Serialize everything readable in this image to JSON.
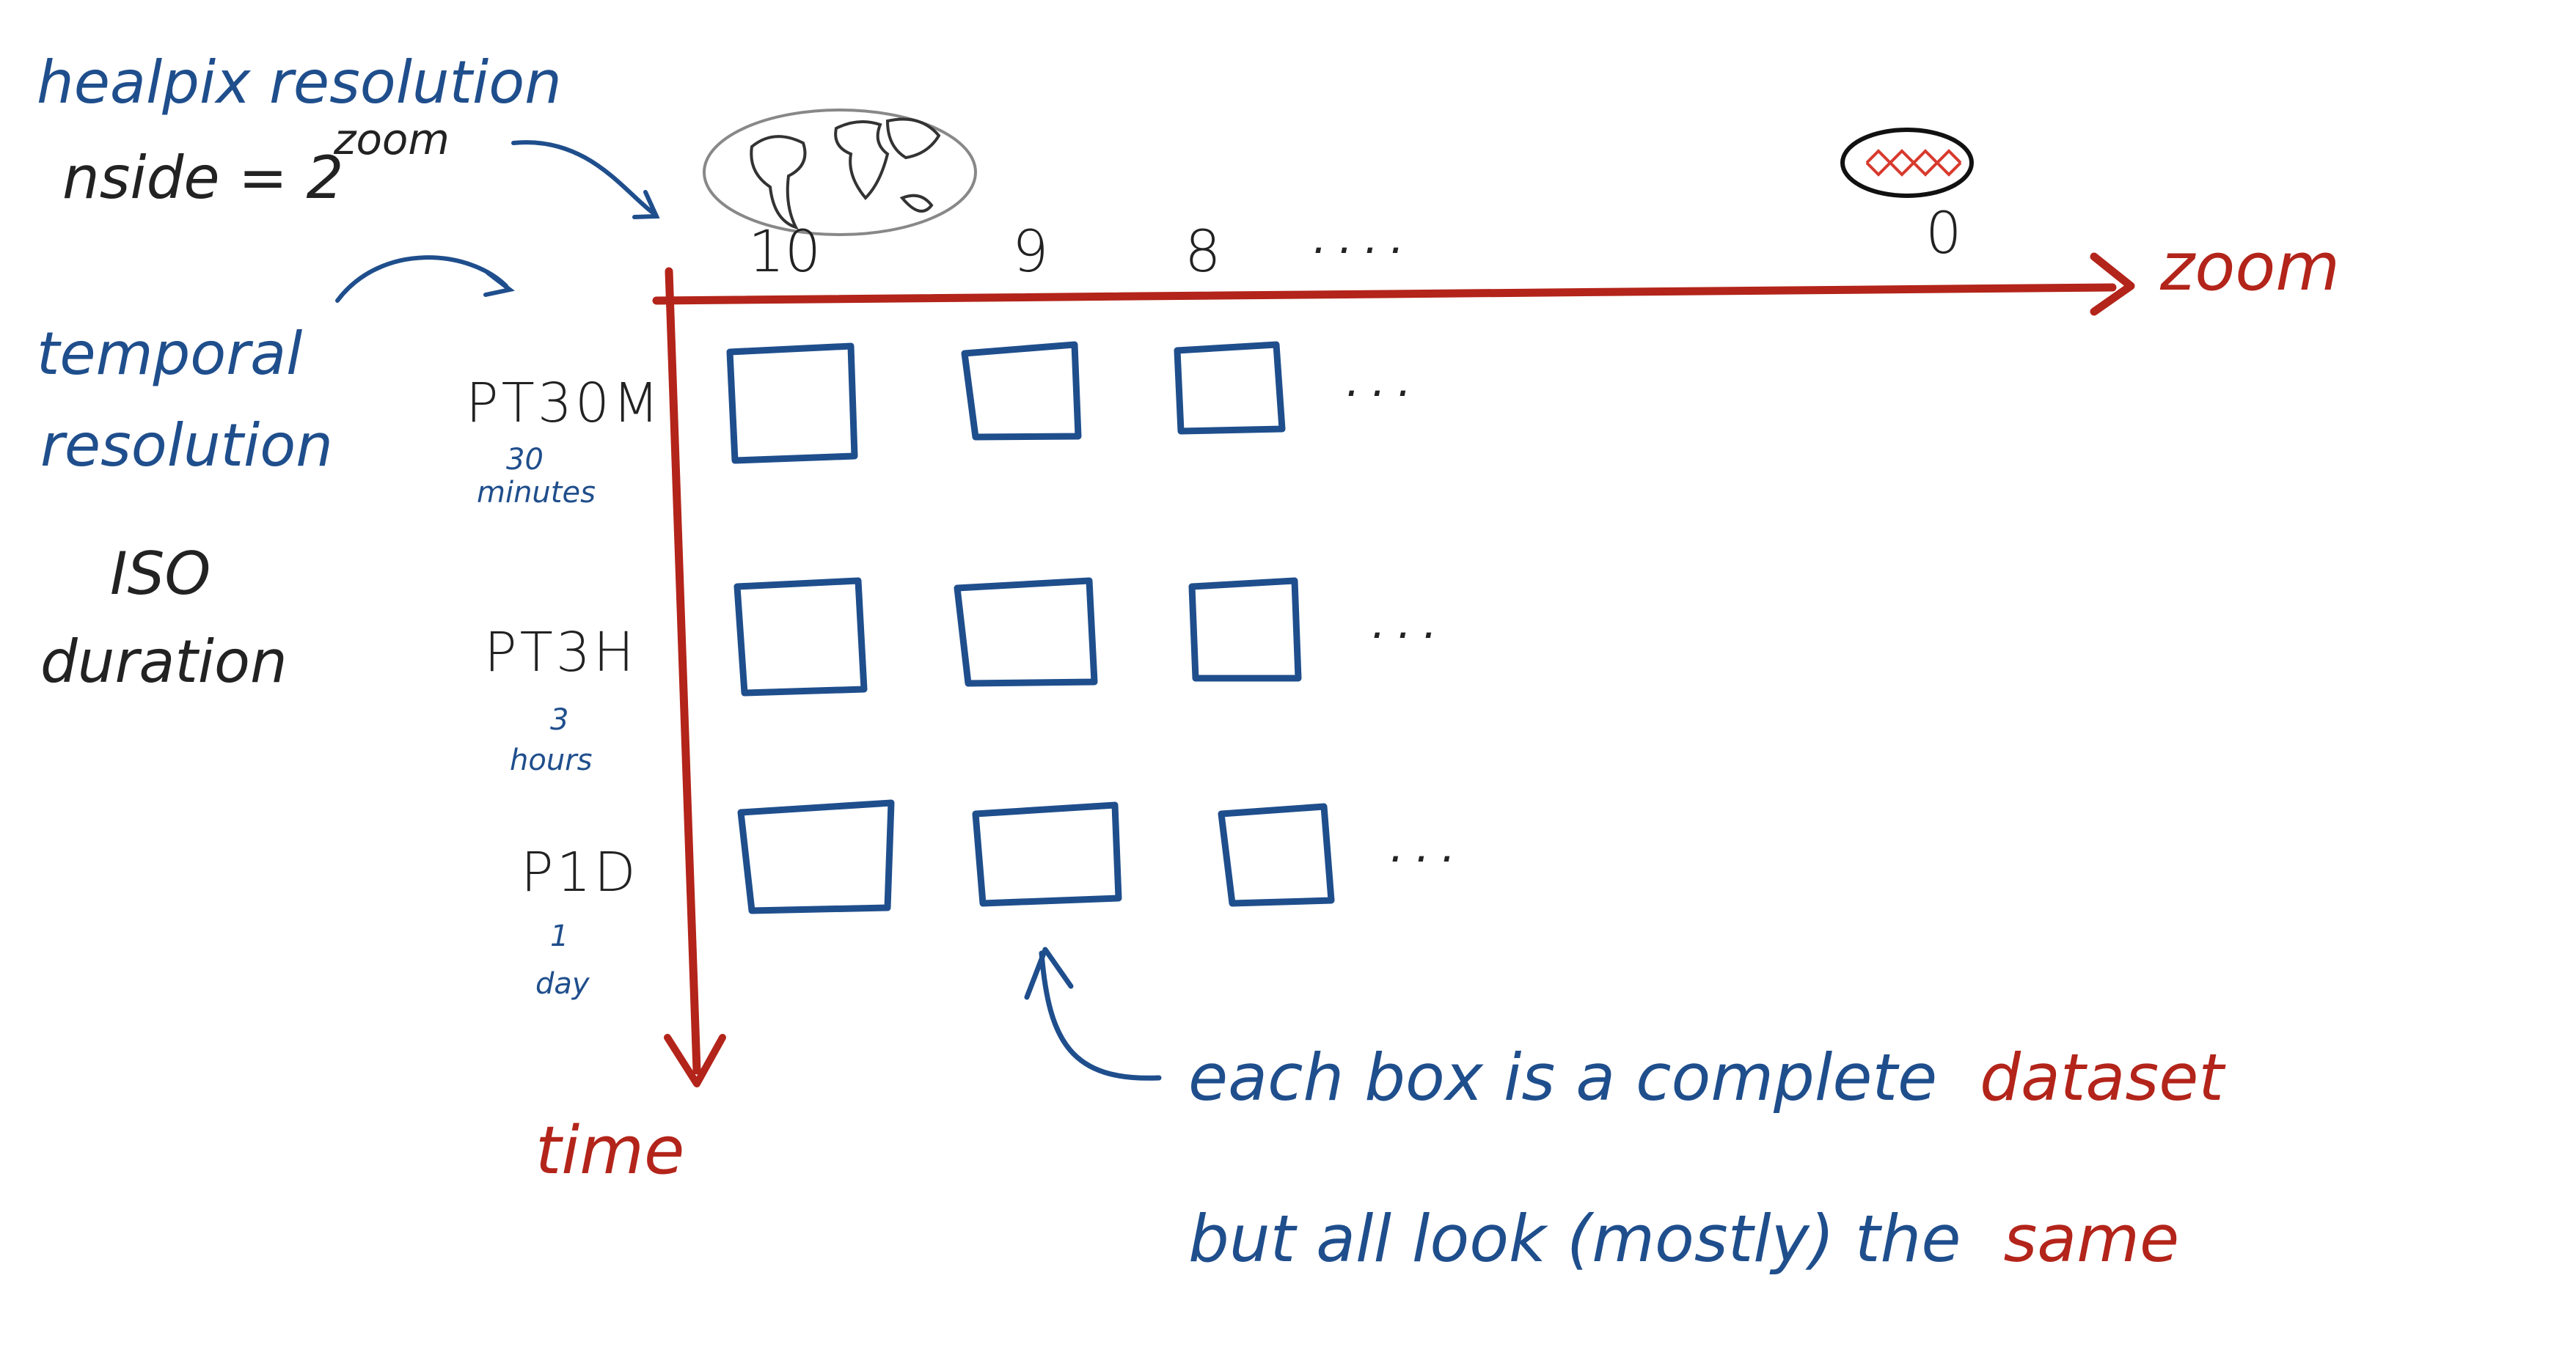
{
  "annotations": {
    "healpix_line1": "healpix resolution",
    "nside_prefix": "nside = 2",
    "nside_exponent": "zoom",
    "temporal_line1": "temporal",
    "temporal_line2": "resolution",
    "iso_line1": "ISO",
    "iso_line2": "duration"
  },
  "axes": {
    "x_label": "zoom",
    "y_label": "time",
    "zoom_ticks": [
      "10",
      "9",
      "8",
      "....",
      "0"
    ]
  },
  "rows": [
    {
      "label": "PT30M",
      "sub1": "30",
      "sub2": "minutes"
    },
    {
      "label": "PT3H",
      "sub1": "3",
      "sub2": "hours"
    },
    {
      "label": "P1D",
      "sub1": "1",
      "sub2": "day"
    }
  ],
  "row_ellipsis": "...",
  "caption": {
    "line1_blue": "each box  is a complete",
    "line1_red": "dataset",
    "line2_blue": "but all look (mostly) the",
    "line2_red": "same"
  },
  "colors": {
    "blue": "#1f4e8c",
    "red": "#b3241a",
    "black": "#222222",
    "gray": "#777777"
  }
}
